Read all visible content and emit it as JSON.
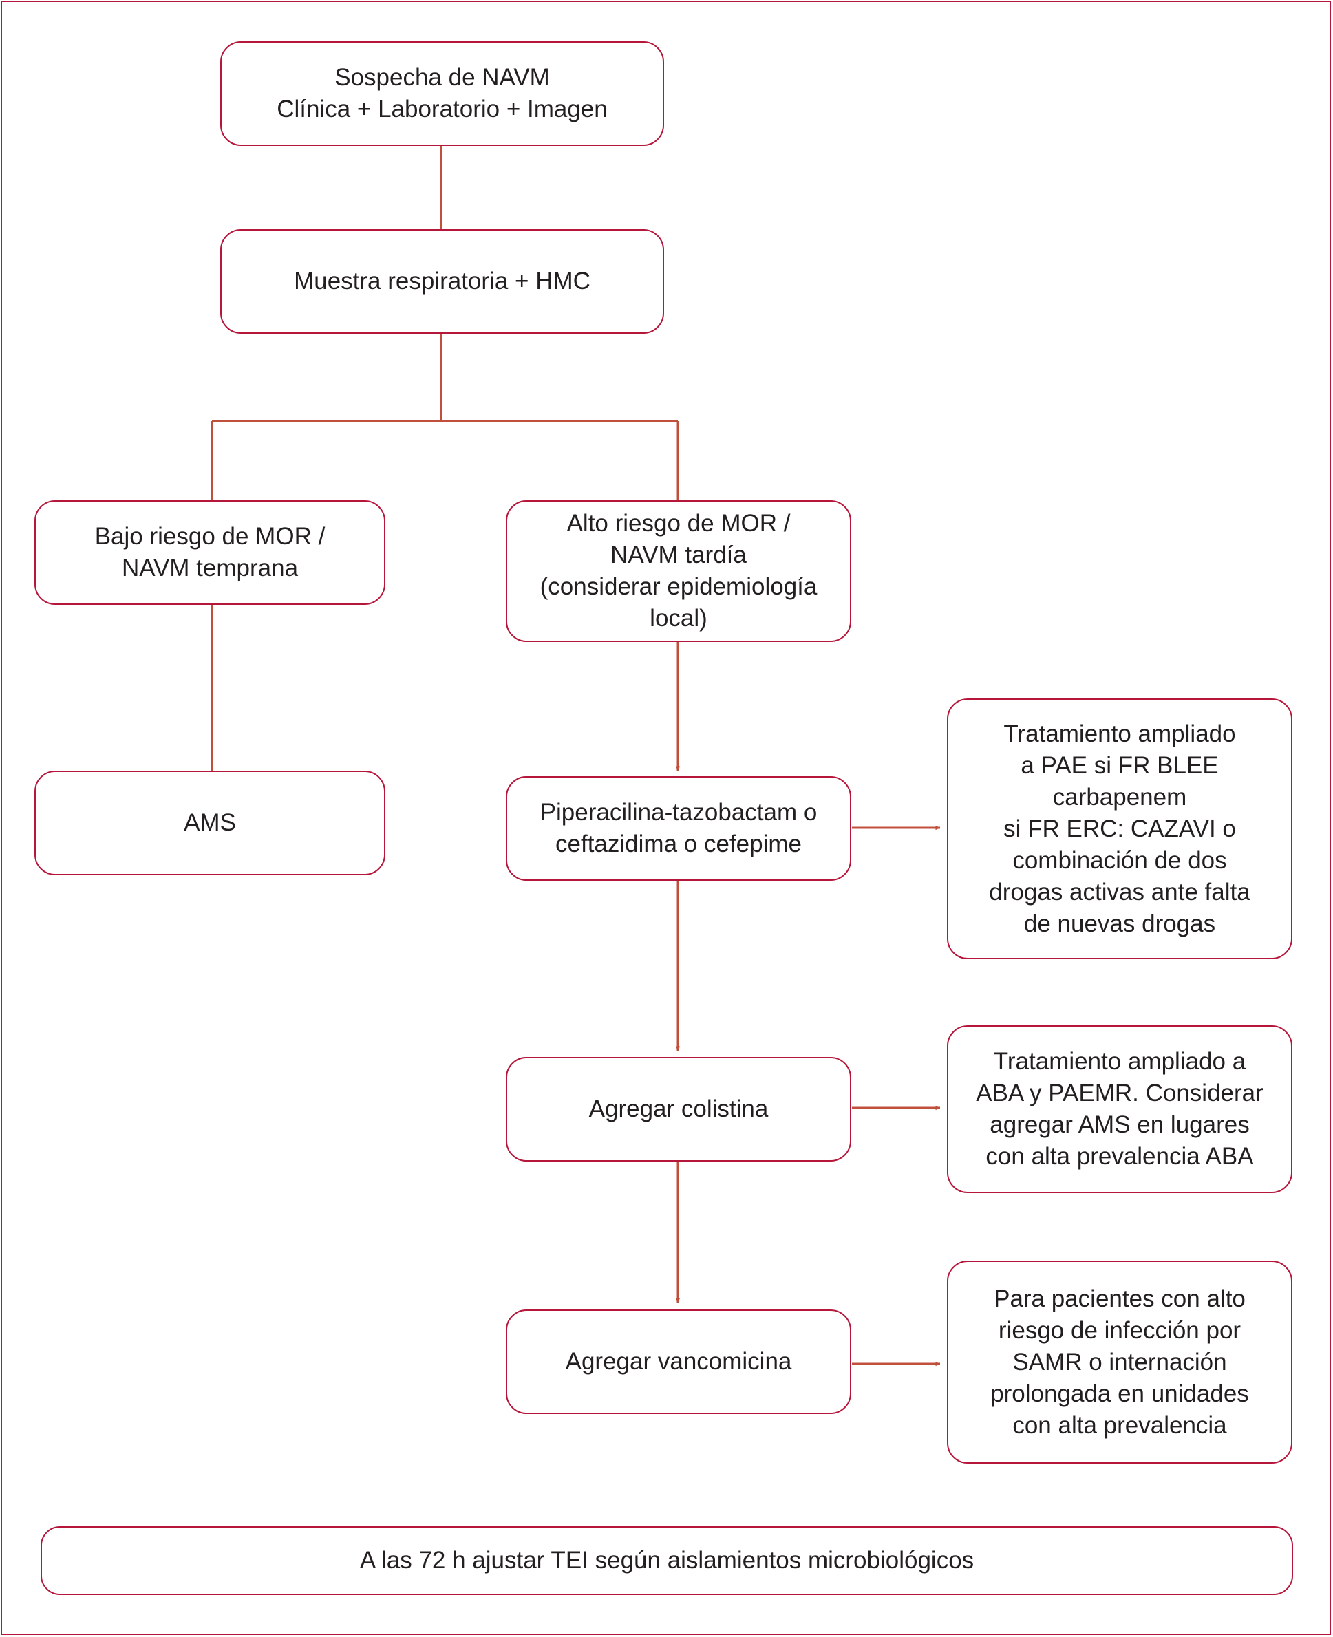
{
  "colors": {
    "border": "#b5163a",
    "connector": "#c0503c",
    "text": "#231f20"
  },
  "nodes": {
    "suspicion": [
      "Sospecha de NAVM",
      "Clínica + Laboratorio + Imagen"
    ],
    "sample": [
      "Muestra respiratoria + HMC"
    ],
    "low_risk": [
      "Bajo riesgo de MOR /",
      "NAVM temprana"
    ],
    "high_risk": [
      "Alto riesgo de MOR /",
      "NAVM tardía",
      "(considerar epidemiología",
      "local)"
    ],
    "ams": [
      "AMS"
    ],
    "pip": [
      "Piperacilina-tazobactam o",
      "ceftazidima o cefepime"
    ],
    "pip_note": [
      "Tratamiento ampliado",
      "a PAE si FR BLEE",
      "carbapenem",
      "si FR ERC: CAZAVI o",
      "combinación de dos",
      "drogas activas ante falta",
      "de nuevas drogas"
    ],
    "colistin": [
      "Agregar colistina"
    ],
    "colistin_note": [
      "Tratamiento ampliado a",
      "ABA y PAEMR. Considerar",
      "agregar AMS en lugares",
      "con alta prevalencia ABA"
    ],
    "vanco": [
      "Agregar vancomicina"
    ],
    "vanco_note": [
      "Para pacientes con alto",
      "riesgo de infección por",
      "SAMR o internación",
      "prolongada en unidades",
      "con alta prevalencia"
    ],
    "footer": [
      "A las 72 h ajustar TEI según aislamientos microbiológicos"
    ]
  }
}
